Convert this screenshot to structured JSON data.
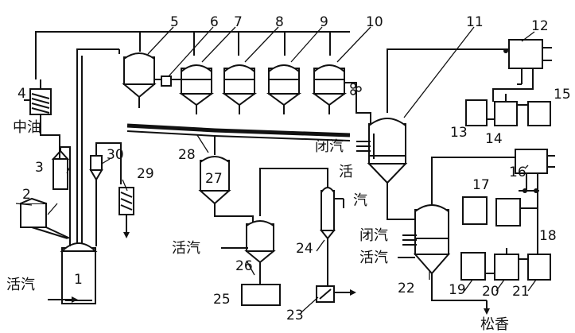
{
  "diagram": {
    "equipment_numbers": [
      "1",
      "2",
      "3",
      "4",
      "5",
      "6",
      "7",
      "8",
      "9",
      "10",
      "11",
      "12",
      "13",
      "14",
      "15",
      "16",
      "17",
      "18",
      "19",
      "20",
      "21",
      "22",
      "23",
      "24",
      "25",
      "26",
      "27",
      "28",
      "29",
      "30"
    ],
    "stream_labels": {
      "middle_oil": "中油",
      "live_steam_1": "活汽",
      "live_steam_11": "活汽",
      "live_steam_22": "活汽",
      "live_steam_26": "活汽",
      "closed_steam_11": "闭汽",
      "closed_steam_22": "闭汽",
      "rosin": "松香"
    }
  }
}
